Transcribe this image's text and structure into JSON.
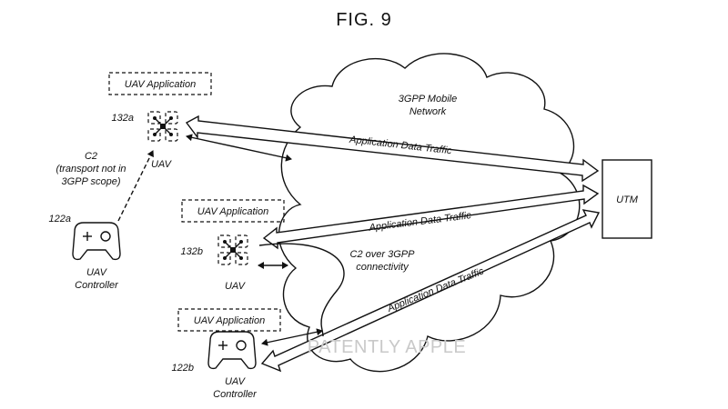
{
  "figure": {
    "title": "FIG. 9"
  },
  "network": {
    "line1": "3GPP Mobile",
    "line2": "Network"
  },
  "utm": {
    "label": "UTM"
  },
  "uav_a": {
    "app_label": "UAV Application",
    "ref": "132a",
    "label": "UAV"
  },
  "uav_b": {
    "app_label": "UAV Application",
    "ref": "132b",
    "label": "UAV"
  },
  "controller_a": {
    "ref": "122a",
    "line1": "UAV",
    "line2": "Controller"
  },
  "controller_b": {
    "app_label": "UAV Application",
    "ref": "122b",
    "line1": "UAV",
    "line2": "Controller"
  },
  "c2_transport": {
    "line1": "C2",
    "line2": "(transport not in",
    "line3": "3GPP scope)"
  },
  "c2_3gpp": {
    "line1": "C2 over 3GPP",
    "line2": "connectivity"
  },
  "traffic": {
    "label_1": "Application Data Traffic",
    "label_2": "Application Data Traffic",
    "label_3": "Application Data Traffic"
  },
  "watermark": {
    "text": "PATENTLY APPLE"
  }
}
